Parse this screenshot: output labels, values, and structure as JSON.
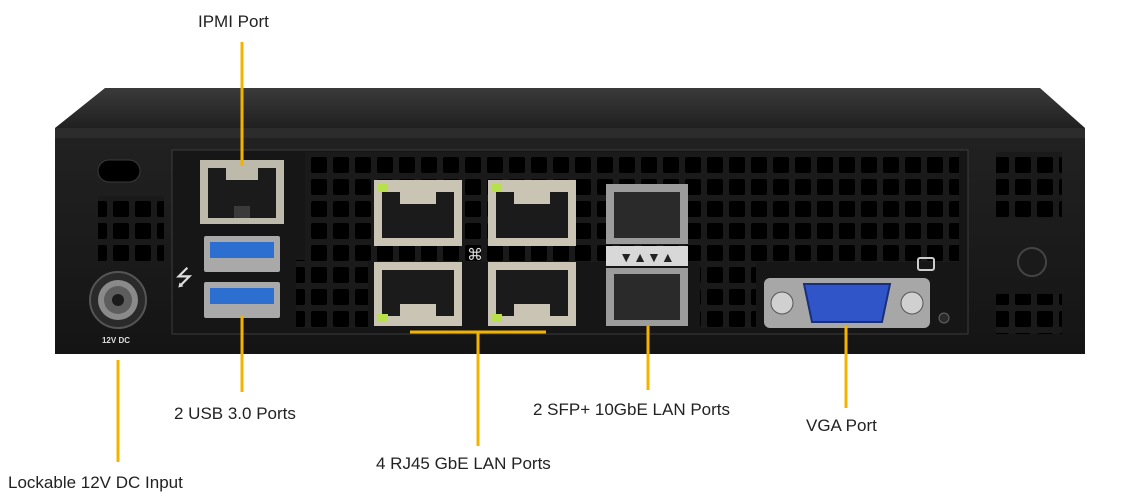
{
  "callouts": {
    "ipmi": "IPMI Port",
    "usb": "2 USB 3.0 Ports",
    "dc_input": "Lockable 12V DC Input",
    "rj45": "4 RJ45 GbE LAN Ports",
    "sfp": "2 SFP+ 10GbE LAN Ports",
    "vga": "VGA Port"
  },
  "panel_labels": {
    "dc_jack": "12V DC"
  },
  "colors": {
    "leader": "#f2b400",
    "chassis": "#1c1c1c",
    "port_metal": "#c9c4b4",
    "usb_blue": "#2d6fd0",
    "vga_blue": "#2f55c8",
    "led_green": "#b8e04a"
  }
}
